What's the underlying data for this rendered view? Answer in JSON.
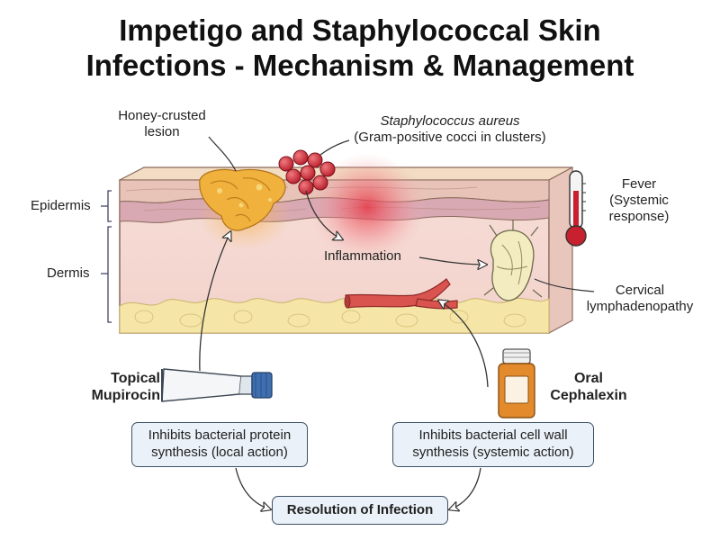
{
  "title_line1": "Impetigo and Staphylococcal Skin",
  "title_line2": "Infections - Mechanism & Management",
  "labels": {
    "honey_line1": "Honey-crusted",
    "honey_line2": "lesion",
    "staph_name": "Staphylococcus aureus",
    "staph_desc": "(Gram-positive cocci in clusters)",
    "epidermis": "Epidermis",
    "dermis": "Dermis",
    "inflammation": "Inflammation",
    "fever_line1": "Fever",
    "fever_line2": "(Systemic",
    "fever_line3": "response)",
    "lymph_line1": "Cervical",
    "lymph_line2": "lymphadenopathy",
    "topical_line1": "Topical",
    "topical_line2": "Mupirocin",
    "oral_line1": "Oral",
    "oral_line2": "Cephalexin"
  },
  "boxes": {
    "left_line1": "Inhibits bacterial protein",
    "left_line2": "synthesis (local action)",
    "right_line1": "Inhibits bacterial cell wall",
    "right_line2": "synthesis (systemic action)",
    "result": "Resolution of Infection"
  },
  "icons": [
    "thermometer-icon",
    "ointment-tube-icon",
    "pill-bottle-icon",
    "bacteria-cluster-icon",
    "lymph-node-icon",
    "blood-vessel-icon"
  ],
  "colors": {
    "lesion": "#f0b13d",
    "bacteria": "#c8202e",
    "inflammation": "#e84a55",
    "box_fill": "#eaf1f8",
    "box_border": "#3e5266",
    "fat": "#f5e6a8",
    "bottle": "#e38b2c"
  }
}
